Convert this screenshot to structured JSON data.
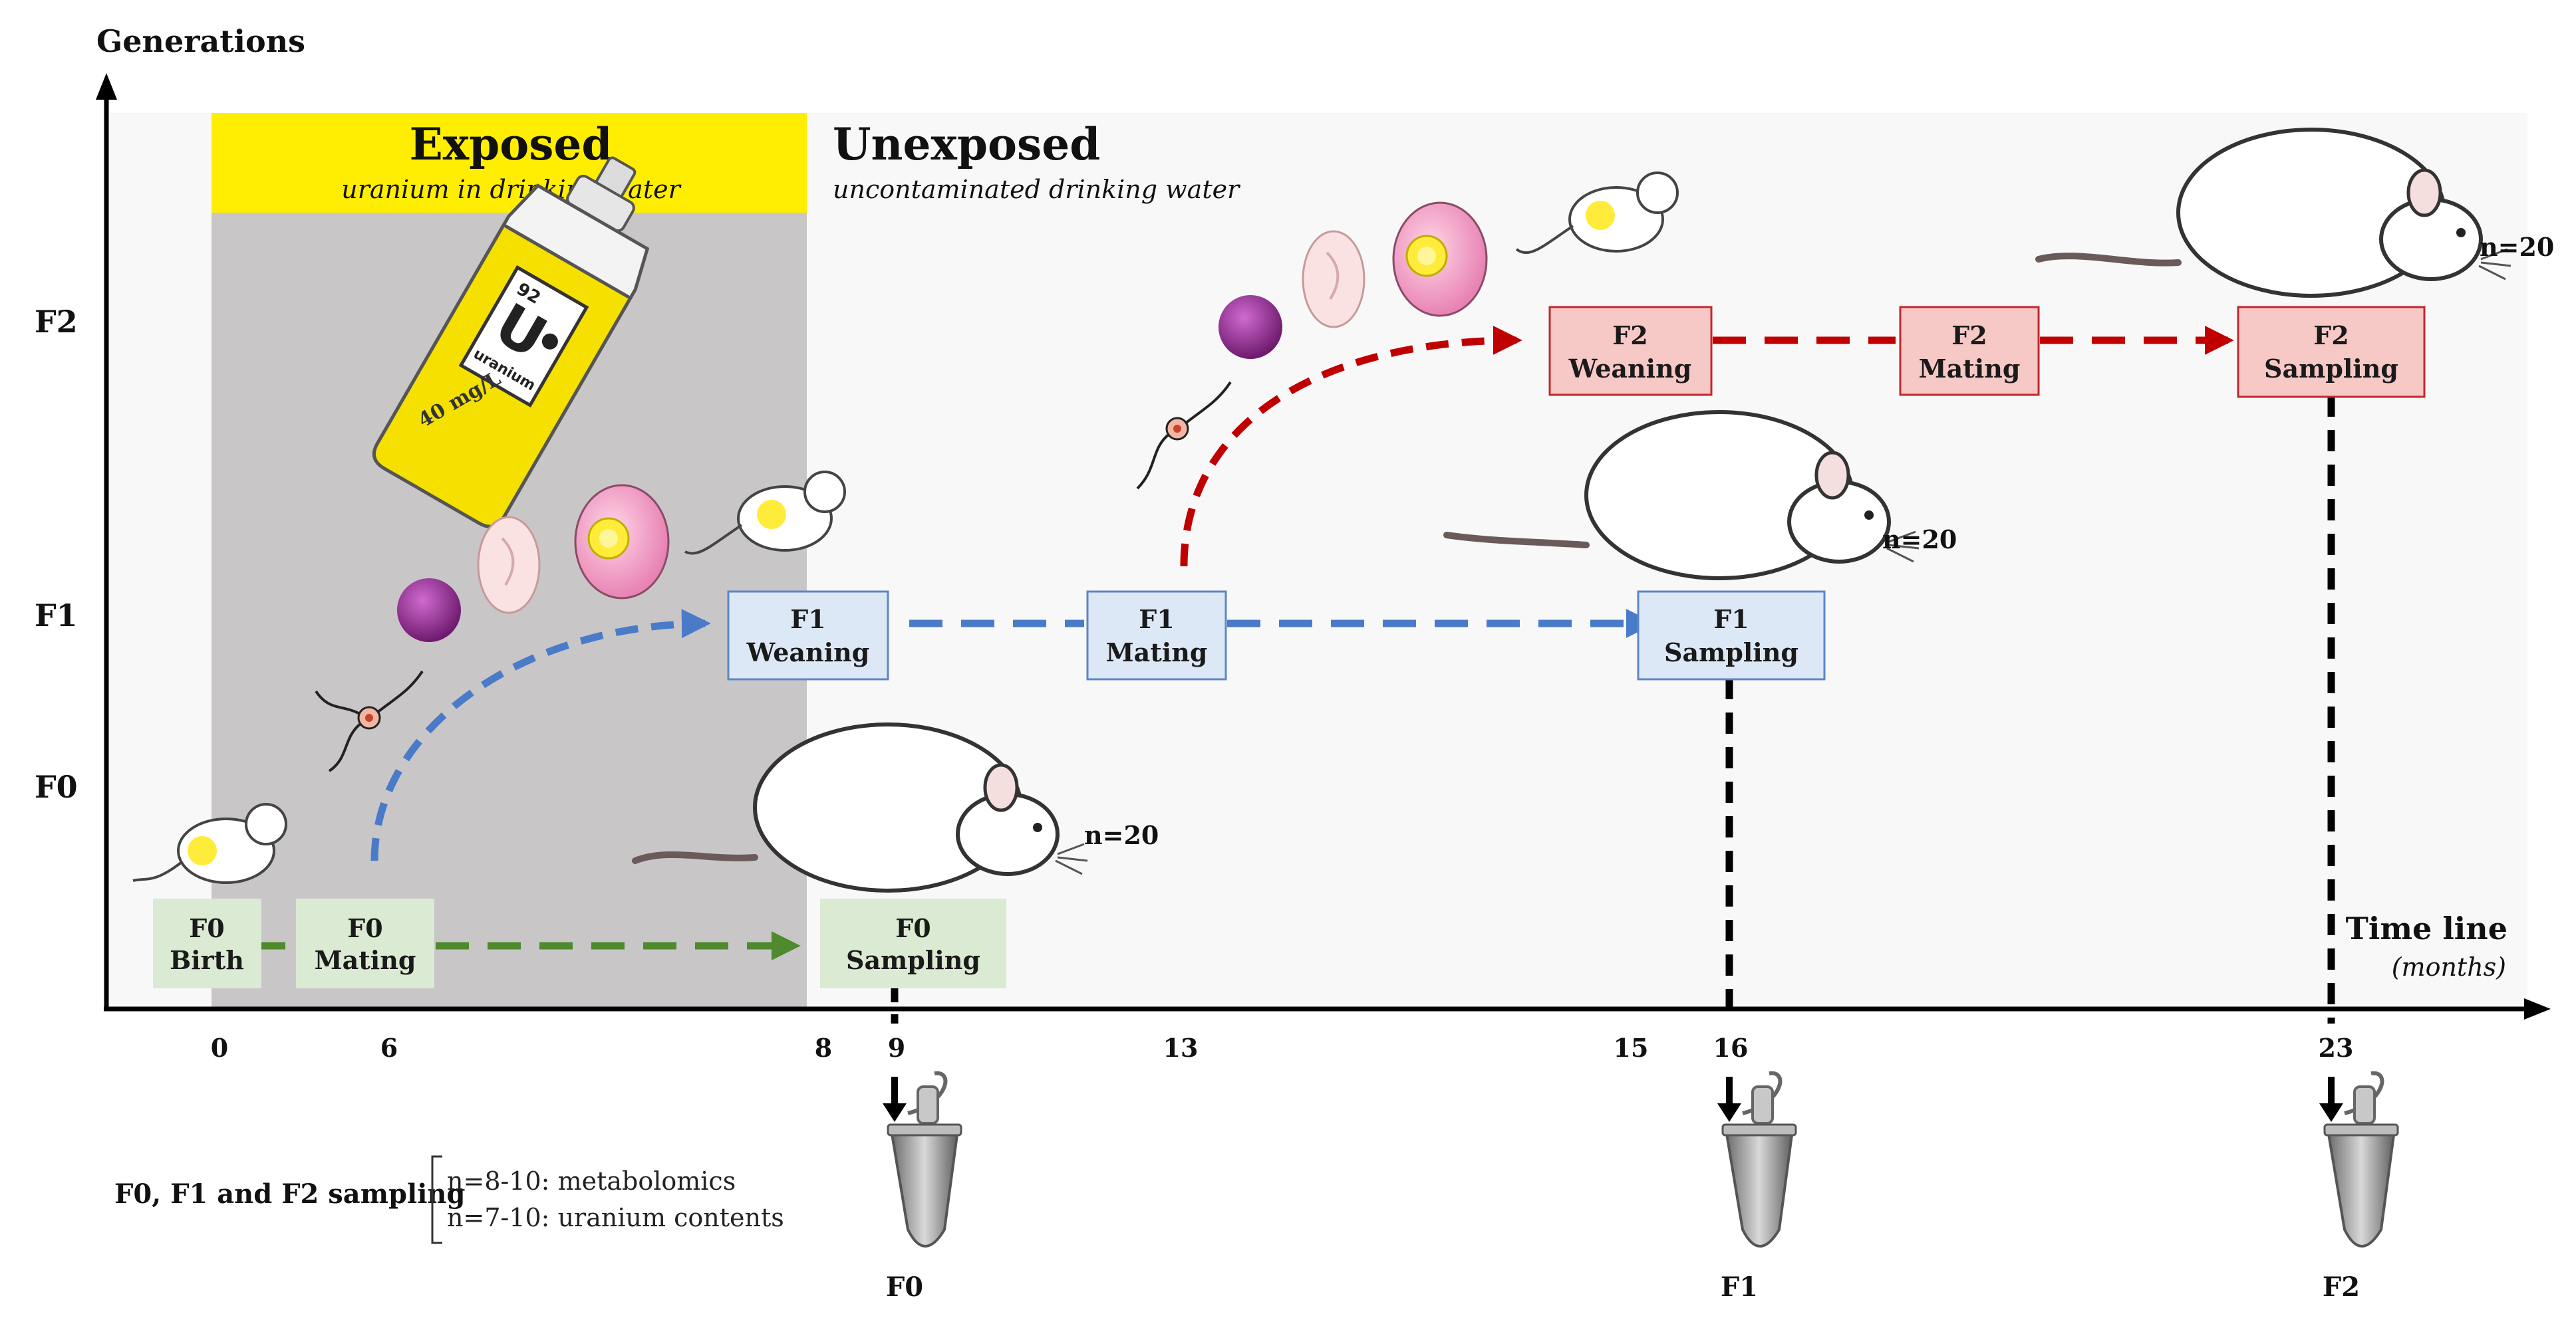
{
  "y_axis": {
    "title": "Generations",
    "levels": [
      "F2",
      "F1",
      "F0"
    ]
  },
  "x_axis": {
    "title": "Time line",
    "unit": "(months)",
    "ticks": [
      "0",
      "6",
      "8",
      "9",
      "13",
      "15",
      "16",
      "23"
    ]
  },
  "periods": {
    "exposed": {
      "title": "Exposed",
      "subtitle": "uranium in drinking water"
    },
    "unexposed": {
      "title": "Unexposed",
      "subtitle": "uncontaminated drinking water"
    }
  },
  "bottle": {
    "atomic_number": "92",
    "symbol": "U",
    "element": "uranium",
    "dose": "40 mg/L"
  },
  "boxes": {
    "f0_birth": [
      "F0",
      "Birth"
    ],
    "f0_mating": [
      "F0",
      "Mating"
    ],
    "f0_sampling": [
      "F0",
      "Sampling"
    ],
    "f1_weaning": [
      "F1",
      "Weaning"
    ],
    "f1_mating": [
      "F1",
      "Mating"
    ],
    "f1_sampling": [
      "F1",
      "Sampling"
    ],
    "f2_weaning": [
      "F2",
      "Weaning"
    ],
    "f2_mating": [
      "F2",
      "Mating"
    ],
    "f2_sampling": [
      "F2",
      "Sampling"
    ]
  },
  "sample_counts": {
    "f0": "n=20",
    "f1": "n=20",
    "f2": "n=20"
  },
  "sampling_note": {
    "label": "F0, F1 and F2 sampling",
    "lines": [
      "n=8-10: metabolomics",
      "n=7-10: uranium contents"
    ]
  },
  "tube_labels": [
    "F0",
    "F1",
    "F2"
  ],
  "colors": {
    "exposed_banner": "#ffee00",
    "exposed_bg": "#c9c6c8",
    "unexposed_bg": "#f8f8f8",
    "f0_box": "#dbead2",
    "f1_box": "#dde8f6",
    "f1_border": "#5b86c7",
    "f2_box": "#f7c9c6",
    "f2_border": "#c4262e",
    "f0_arrow": "#4f8a2e",
    "f1_arrow": "#4a7bc8",
    "f2_arrow": "#c00000"
  }
}
